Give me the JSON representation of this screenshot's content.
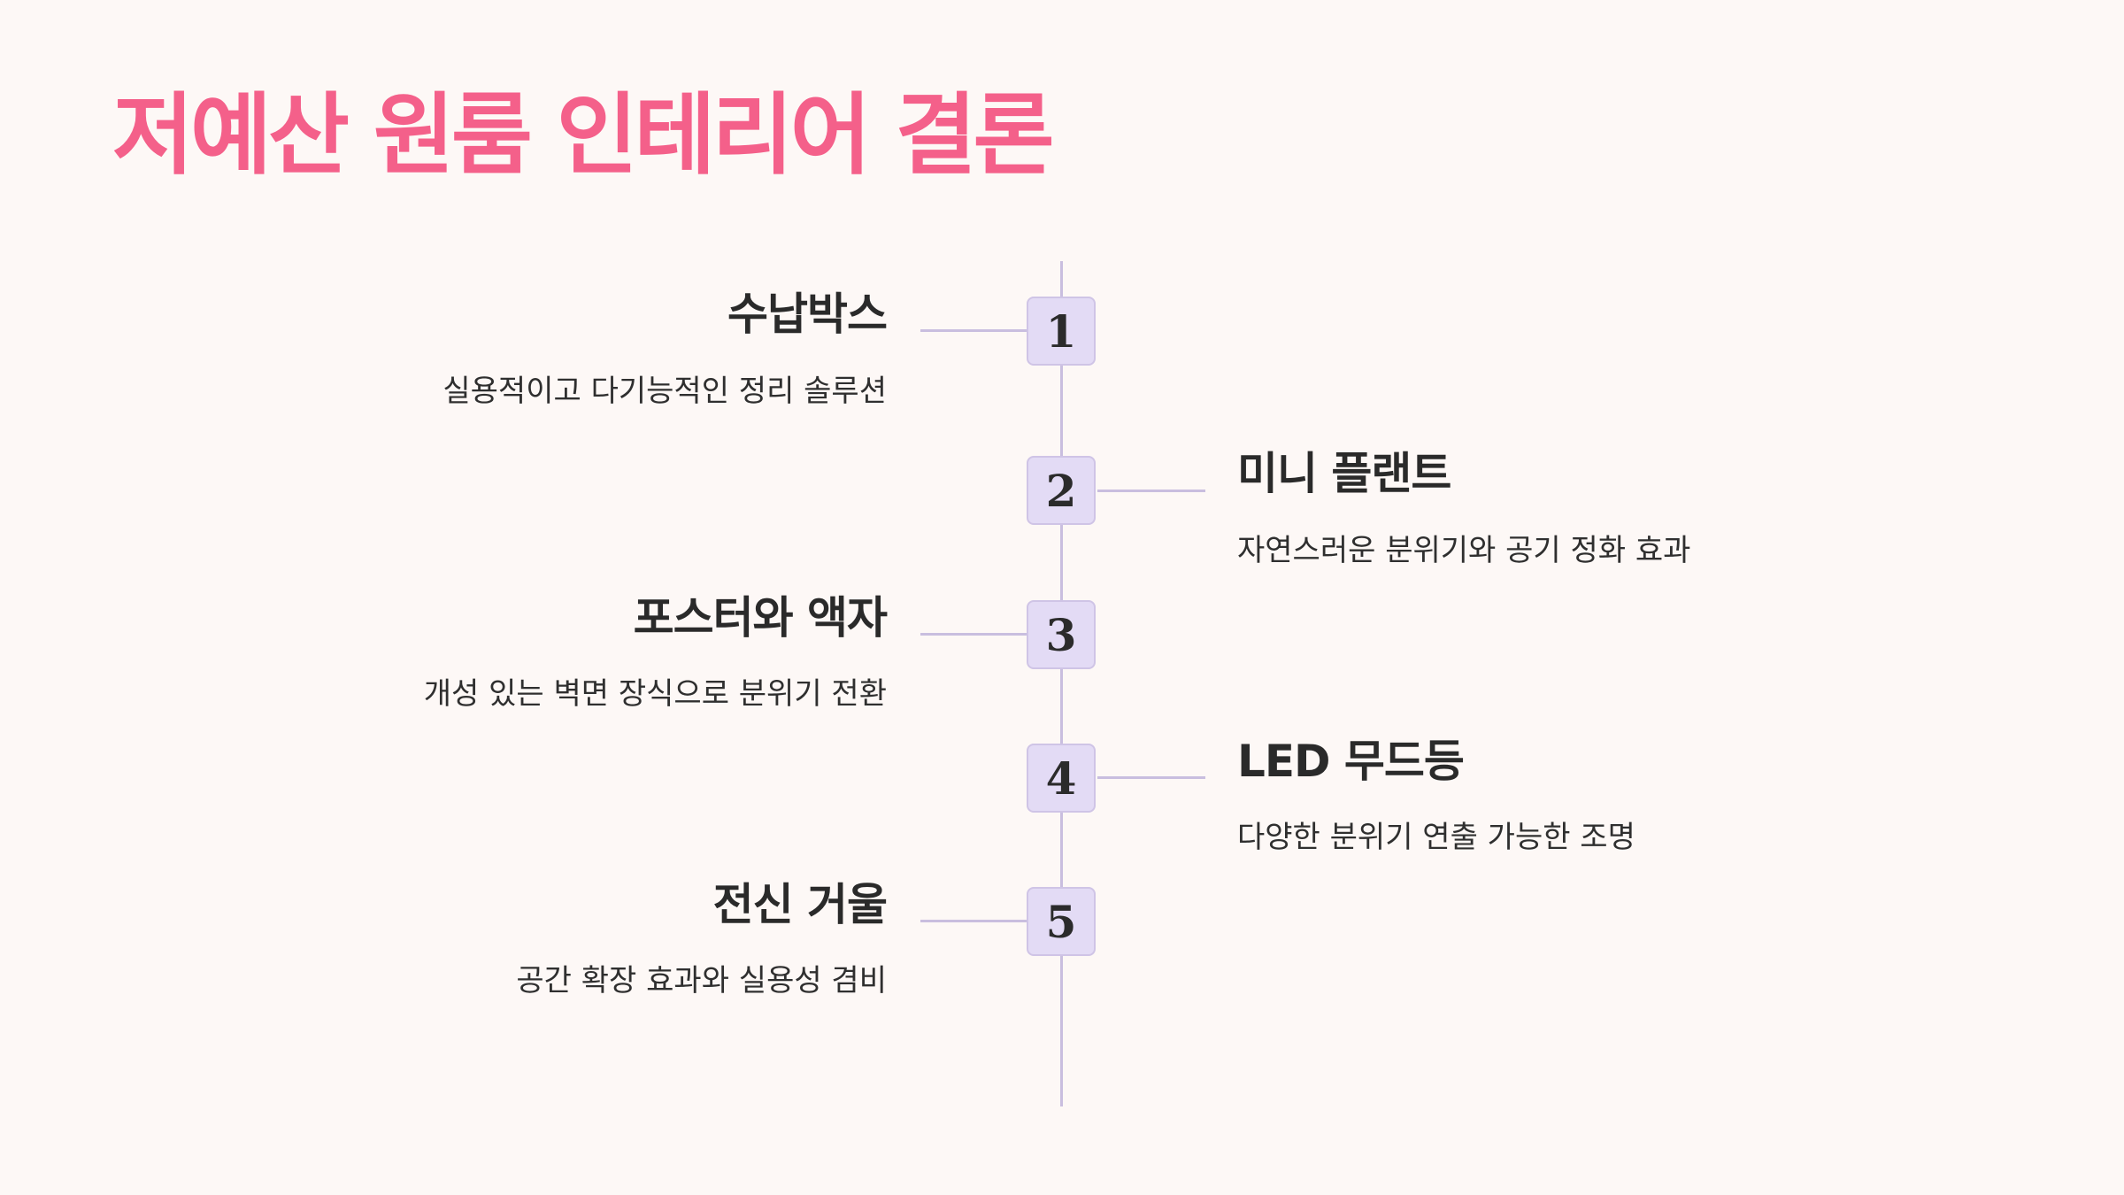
{
  "page": {
    "title": "저예산 원룸 인테리어 결론",
    "title_color": "#f4608a"
  },
  "steps": [
    {
      "number": "1",
      "title": "수납박스",
      "description": "실용적이고 다기능적인 정리 솔루션",
      "side": "left"
    },
    {
      "number": "2",
      "title": "미니 플랜트",
      "description": "자연스러운 분위기와 공기 정화 효과",
      "side": "right"
    },
    {
      "number": "3",
      "title": "포스터와 액자",
      "description": "개성 있는 벽면 장식으로 분위기 전환",
      "side": "left"
    },
    {
      "number": "4",
      "title": "LED 무드등",
      "description": "다양한 분위기 연출 가능한 조명",
      "side": "right"
    },
    {
      "number": "5",
      "title": "전신 거울",
      "description": "공간 확장 효과와 실용성 겸비",
      "side": "left"
    }
  ],
  "colors": {
    "background": "#fdf8f6",
    "line": "#c9bedf",
    "box_fill": "#e3dbf5",
    "text": "#2a2a2a"
  }
}
